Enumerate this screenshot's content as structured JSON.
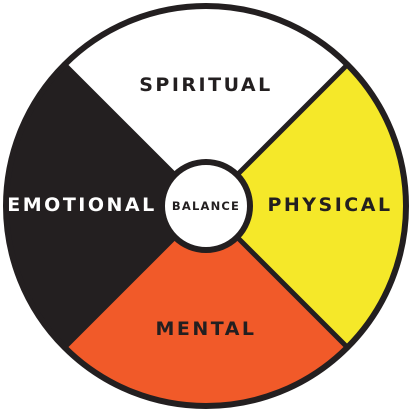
{
  "wheel": {
    "quadrants": {
      "top": {
        "label": "SPIRITUAL",
        "fill": "#ffffff",
        "text_color": "#231f20"
      },
      "right": {
        "label": "PHYSICAL",
        "fill": "#f5e829",
        "text_color": "#231f20"
      },
      "bottom": {
        "label": "MENTAL",
        "fill": "#f15a29",
        "text_color": "#231f20"
      },
      "left": {
        "label": "EMOTIONAL",
        "fill": "#231f20",
        "text_color": "#ffffff"
      }
    },
    "center": {
      "label": "BALANCE",
      "fill": "#ffffff",
      "text_color": "#231f20"
    },
    "outline_color": "#231f20"
  }
}
